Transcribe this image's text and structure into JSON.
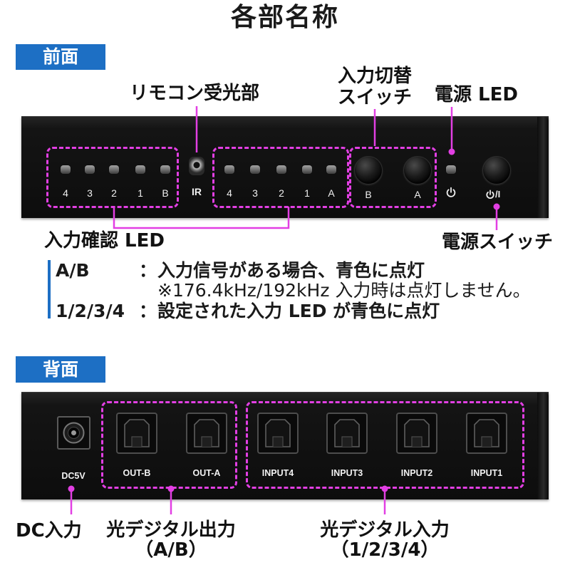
{
  "title": "各部名称",
  "colors": {
    "badge": "#1d6fc4",
    "callout": "#e23fe3",
    "panel": "#141414",
    "note_bar": "#1d6fc4"
  },
  "icons": {
    "power_led_label": "power-icon",
    "power_switch_label": "power-icon"
  },
  "front": {
    "badge": "前面",
    "callouts": {
      "ir_receiver": "リモコン受光部",
      "input_switch_line1": "入力切替",
      "input_switch_line2": "スイッチ",
      "power_led": "電源 LED",
      "power_switch": "電源スイッチ",
      "input_led": "入力確認 LED"
    },
    "panel": {
      "leds_b_group": [
        "4",
        "3",
        "2",
        "1",
        "B"
      ],
      "ir_label": "IR",
      "leds_a_group": [
        "4",
        "3",
        "2",
        "1",
        "A"
      ],
      "buttons": [
        "B",
        "A"
      ],
      "power_switch_label": "/I"
    },
    "notes": [
      {
        "key": "A/B",
        "sep": "：",
        "text": "入力信号がある場合、青色に点灯"
      },
      {
        "text": "※176.4kHz/192kHz 入力時は点灯しません。"
      },
      {
        "key": "1/2/3/4",
        "sep": "：",
        "text": "設定された入力 LED が青色に点灯"
      }
    ]
  },
  "back": {
    "badge": "背面",
    "panel": {
      "dc_label": "DC5V",
      "outputs": [
        "OUT-B",
        "OUT-A"
      ],
      "inputs": [
        "INPUT4",
        "INPUT3",
        "INPUT2",
        "INPUT1"
      ]
    },
    "callouts": {
      "dc_input": "DC入力",
      "optical_out_line1": "光デジタル出力",
      "optical_out_line2": "（A/B）",
      "optical_in_line1": "光デジタル入力",
      "optical_in_line2": "（1/2/3/4）"
    }
  }
}
